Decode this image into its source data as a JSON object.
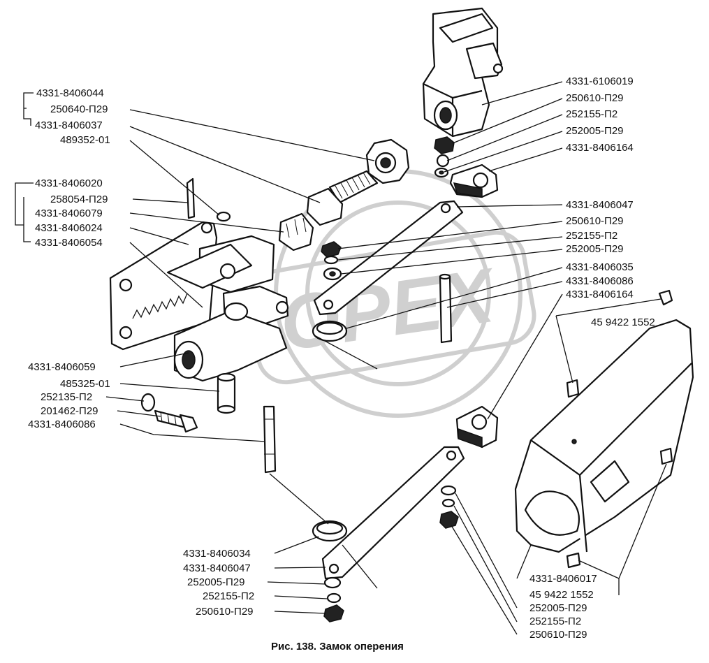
{
  "figure": {
    "caption": "Рис. 138. Замок оперения",
    "watermark_text": "OPEX",
    "labels_left": [
      "4331-8406044",
      "250640-П29",
      "4331-8406037",
      "489352-01",
      "4331-8406020",
      "258054-П29",
      "4331-8406079",
      "4331-8406024",
      "4331-8406054",
      "4331-8406059",
      "485325-01",
      "252135-П2",
      "201462-П29",
      "4331-8406086"
    ],
    "labels_right": [
      "4331-6106019",
      "250610-П29",
      "252155-П2",
      "252005-П29",
      "4331-8406164",
      "4331-8406047",
      "250610-П29",
      "252155-П2",
      "252005-П29",
      "4331-8406035",
      "4331-8406086",
      "4331-8406164",
      "45 9422 1552"
    ],
    "labels_bottom_center": [
      "4331-8406034",
      "4331-8406047",
      "252005-П29",
      "252155-П2",
      "250610-П29"
    ],
    "labels_bottom_right": [
      "4331-8406017",
      "45 9422 1552",
      "252005-П29",
      "252155-П2",
      "250610-П29"
    ]
  }
}
